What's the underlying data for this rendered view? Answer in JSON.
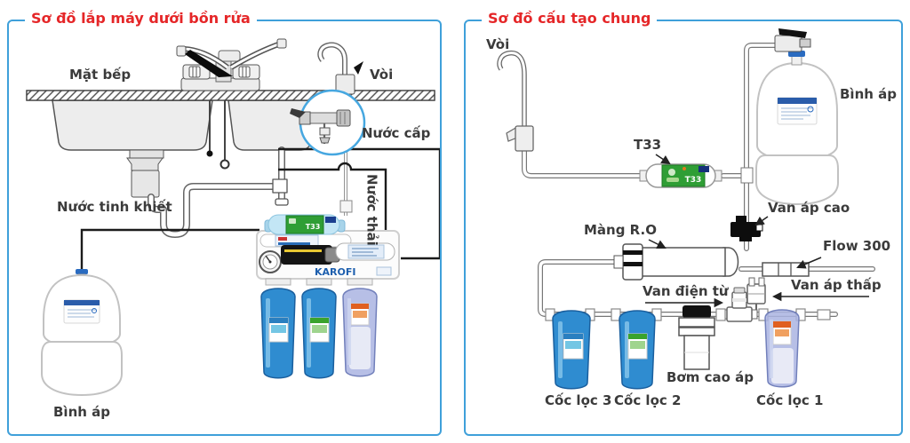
{
  "colors": {
    "panel_border": "#3fa0da",
    "title_red": "#e52628",
    "label_text": "#3b3b3b",
    "tube_black": "#1b1b1b",
    "filter_blue": "#2f8cd0",
    "t33_green": "#2f9e35",
    "zoom_circle_blue": "#46a7e0"
  },
  "left_panel": {
    "title": "Sơ đồ lắp máy dưới bồn rửa",
    "labels": {
      "countertop": "Mặt bếp",
      "ro_faucet": "Vòi",
      "supply_water": "Nước cấp",
      "waste_water": "Nước thải",
      "pure_water": "Nước tinh khiết",
      "pressure_tank": "Bình áp"
    },
    "filter_unit": {
      "brand": "KAROFI",
      "t33_label": "T33"
    }
  },
  "right_panel": {
    "title": "Sơ đồ cấu tạo chung",
    "t33_body_label": "T33",
    "labels": {
      "faucet": "Vòi",
      "t33": "T33",
      "pressure_tank": "Bình áp",
      "high_pressure_valve": "Van áp cao",
      "ro_membrane": "Màng R.O",
      "flow_restrictor": "Flow 300",
      "solenoid_valve": "Van điện từ",
      "low_pressure_valve": "Van áp thấp",
      "high_pressure_pump": "Bơm cao áp",
      "filter_cup_3": "Cốc lọc 3",
      "filter_cup_2": "Cốc lọc 2",
      "filter_cup_1": "Cốc lọc 1"
    }
  }
}
